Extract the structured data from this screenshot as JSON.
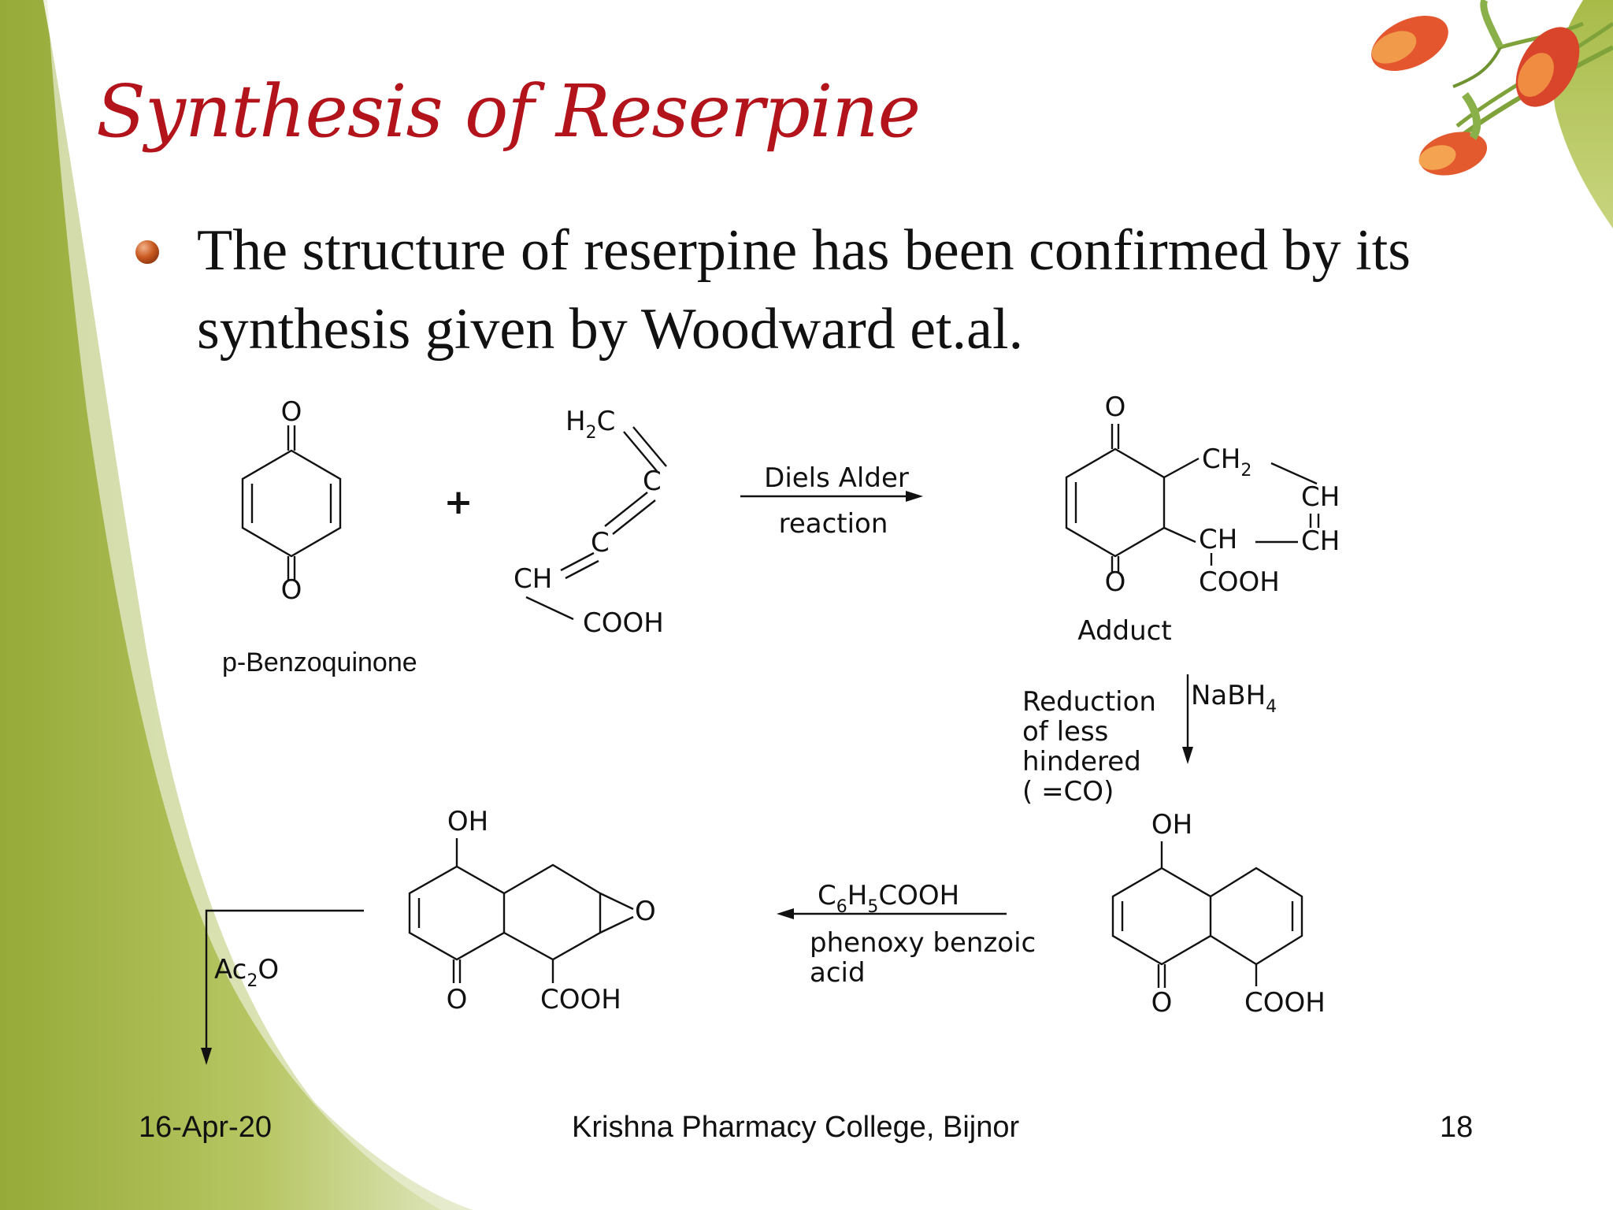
{
  "slide": {
    "title": "Synthesis of Reserpine",
    "bullet": "The structure of reserpine has been confirmed by its synthesis given by Woodward et.al.",
    "colors": {
      "title": "#b3141c",
      "background_green": "#a7b844",
      "bullet": "#c8581f"
    }
  },
  "scheme": {
    "quinone": {
      "o_top": "O",
      "o_bottom": "O",
      "caption": "p-Benzoquinone"
    },
    "plus": "+",
    "diene": {
      "h2c": "H",
      "h2c_sub": "2",
      "h2c_tail": "C",
      "c1": "C",
      "c2": "C",
      "ch": "CH",
      "cooh": "COOH"
    },
    "step1": {
      "line1": "Diels Alder",
      "line2": "reaction"
    },
    "adduct": {
      "o_top": "O",
      "o_bottom": "O",
      "ch2": "CH",
      "ch2_sub": "2",
      "ch_a": "CH",
      "ch_b": "CH",
      "ch_c": "CH",
      "cooh": "COOH",
      "caption": "Adduct"
    },
    "step2": {
      "reagent": "NaBH",
      "reagent_sub": "4",
      "text1": "Reduction",
      "text2": "of less",
      "text3": "hindered",
      "text4": "(  =CO)"
    },
    "product2": {
      "oh": "OH",
      "o": "O",
      "cooh": "COOH"
    },
    "step3": {
      "r1": "C",
      "r1_sub": "6",
      "r2": "H",
      "r2_sub": "5",
      "r3": "COOH",
      "text1": "phenoxy benzoic",
      "text2": "acid"
    },
    "product3": {
      "oh": "OH",
      "o": "O",
      "epox_o": "O",
      "cooh": "COOH"
    },
    "step4": {
      "reagent": "Ac",
      "reagent_sub": "2",
      "reagent_tail": "O"
    }
  },
  "footer": {
    "date": "16-Apr-20",
    "college": "Krishna Pharmacy College, Bijnor",
    "page": "18"
  }
}
